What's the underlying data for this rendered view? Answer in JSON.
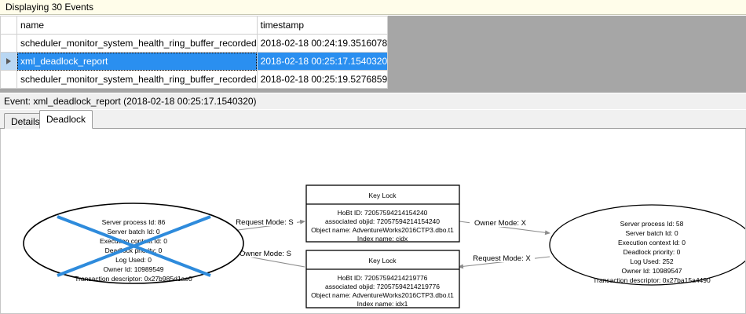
{
  "banner": {
    "text": "Displaying 30 Events"
  },
  "grid": {
    "columns": [
      "",
      "name",
      "timestamp"
    ],
    "rows": [
      {
        "selector": "",
        "name": "scheduler_monitor_system_health_ring_buffer_recorded",
        "timestamp": "2018-02-18 00:24:19.3516078",
        "selected": false
      },
      {
        "selector": "row-arrow",
        "name": "xml_deadlock_report",
        "timestamp": "2018-02-18 00:25:17.1540320",
        "selected": true
      },
      {
        "selector": "",
        "name": "scheduler_monitor_system_health_ring_buffer_recorded",
        "timestamp": "2018-02-18 00:25:19.5276859",
        "selected": false
      }
    ]
  },
  "event_header": {
    "text": "Event: xml_deadlock_report (2018-02-18 00:25:17.1540320)"
  },
  "tabs": [
    {
      "label": "Details",
      "active": false
    },
    {
      "label": "Deadlock",
      "active": true
    }
  ],
  "colors": {
    "selection": "#2a8ff0",
    "victim_cross": "#2e8bdc",
    "banner": "#fffdea",
    "grid_filler": "#a6a6a6",
    "edge": "#8c8c8c",
    "node_stroke": "#000000"
  },
  "graph": {
    "type": "deadlock-graph",
    "processes": [
      {
        "id": "process-86",
        "victim": true,
        "lines": [
          "Server process Id: 86",
          "Server batch Id: 0",
          "Execution context Id: 0",
          "Deadlock priority: 0",
          "Log Used: 0",
          "Owner Id: 10989549",
          "Transaction descriptor: 0x27b985d1ae0"
        ]
      },
      {
        "id": "process-58",
        "victim": false,
        "lines": [
          "Server process Id: 58",
          "Server batch Id: 0",
          "Execution context Id: 0",
          "Deadlock priority: 0",
          "Log Used: 252",
          "Owner Id: 10989547",
          "Transaction descriptor: 0x27ba15a4490"
        ]
      }
    ],
    "resources": [
      {
        "id": "key-lock-cidx",
        "title": "Key Lock",
        "lines": [
          "HoBt ID: 72057594214154240",
          "associated objid: 72057594214154240",
          "Object name: AdventureWorks2016CTP3.dbo.t1",
          "Index name: cidx"
        ]
      },
      {
        "id": "key-lock-idx1",
        "title": "Key Lock",
        "lines": [
          "HoBt ID: 72057594214219776",
          "associated objid: 72057594214219776",
          "Object name: AdventureWorks2016CTP3.dbo.t1",
          "Index name: idx1"
        ]
      }
    ],
    "edges": [
      {
        "id": "edge-request-s",
        "label": "Request Mode: S",
        "from": "process-86",
        "to": "key-lock-cidx"
      },
      {
        "id": "edge-owner-x",
        "label": "Owner Mode: X",
        "from": "key-lock-cidx",
        "to": "process-58"
      },
      {
        "id": "edge-owner-s",
        "label": "Owner Mode: S",
        "from": "key-lock-idx1",
        "to": "process-86"
      },
      {
        "id": "edge-request-x",
        "label": "Request Mode: X",
        "from": "process-58",
        "to": "key-lock-idx1"
      }
    ]
  }
}
